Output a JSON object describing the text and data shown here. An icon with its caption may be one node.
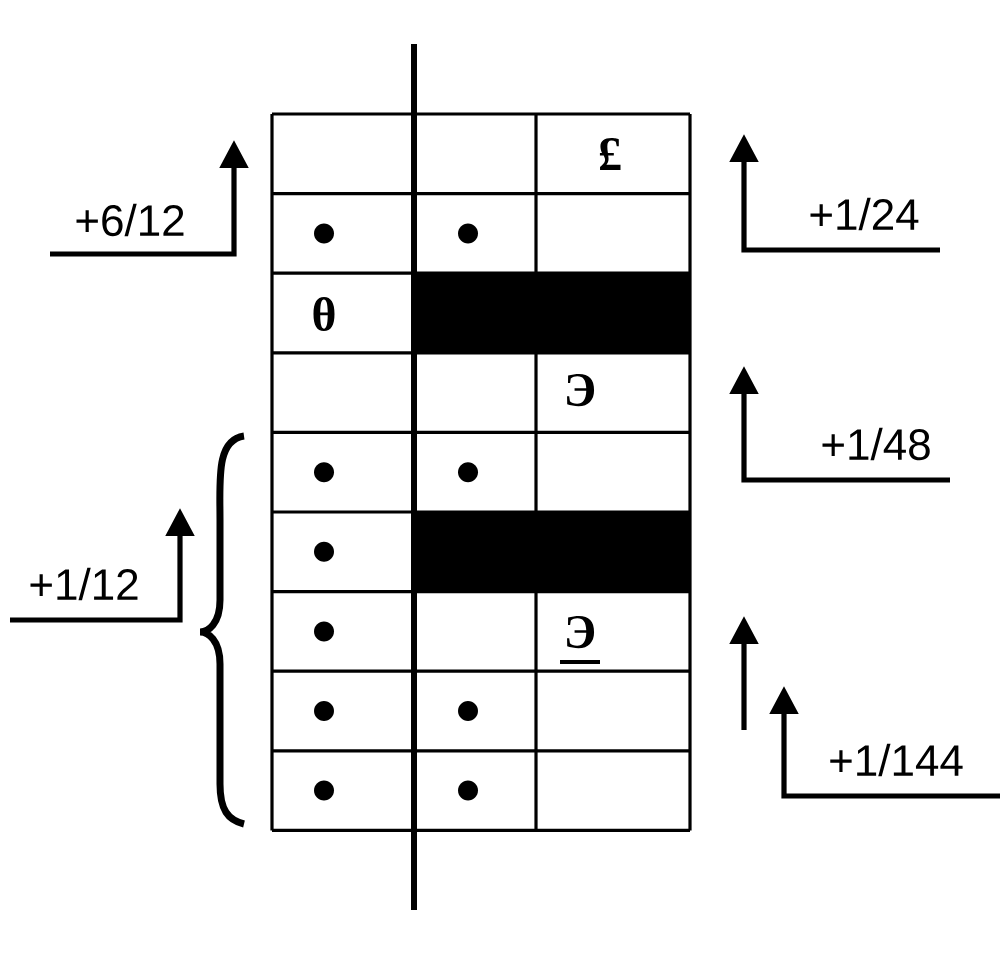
{
  "diagram": {
    "labels": [
      "£",
      "+6/12",
      "+1/24",
      "θ",
      "Э",
      "+1/48",
      "+1/12",
      "Э",
      "+1/144"
    ]
  }
}
